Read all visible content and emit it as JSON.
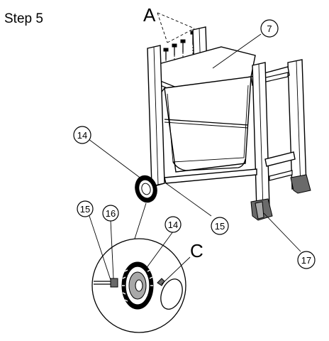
{
  "step": {
    "title": "Step 5"
  },
  "letters": {
    "a": "A",
    "c": "C"
  },
  "callouts": {
    "part_7": "7",
    "part_14_top": "14",
    "part_15_right": "15",
    "part_15_detail": "15",
    "part_16": "16",
    "part_14_detail": "14",
    "part_17": "17"
  }
}
